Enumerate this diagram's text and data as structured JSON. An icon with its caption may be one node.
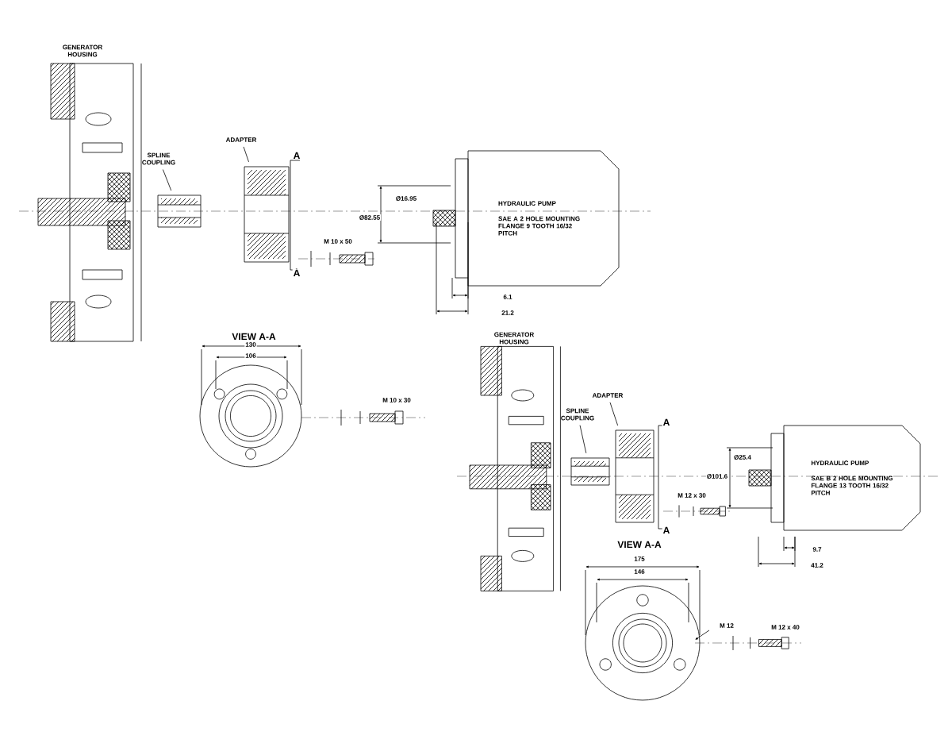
{
  "diagram": {
    "nodes": [
      {
        "text": [
          "GENERATOR HOUSING"
        ]
      },
      {
        "text": [
          "SPLINE COUPLING"
        ]
      },
      {
        "text": [],
        "shape": "picture"
      },
      {
        "text": [
          "ADAPTER"
        ]
      },
      {
        "text": [],
        "shape": "picture"
      },
      {
        "text": [
          "HYDRAULIC PUMP",
          "SAE A 2 HOLE MOUNTING FLANGE 9 TOOTH 16/32 PITCH"
        ]
      },
      {
        "text": [
          "GENERATOR HOUSING"
        ]
      },
      {
        "text": [
          "SPLINE COUPLING"
        ]
      },
      {
        "text": [],
        "shape": "picture"
      },
      {
        "text": [
          "ADAPTER"
        ]
      },
      {
        "text": [],
        "shape": "picture"
      },
      {
        "text": [
          "HYDRAULIC PUMP",
          "SAE B 2 HOLE MOUNTING FLANGE 13 TOOTH 16/32 PITCH"
        ]
      }
    ],
    "edges": [
      {
        "from": 1,
        "to": 2,
        "arrow": "none"
      },
      {
        "from": 3,
        "to": 4,
        "arrow": "none"
      },
      {
        "from": 7,
        "to": 8,
        "arrow": "none"
      },
      {
        "from": 9,
        "to": 10,
        "arrow": "none"
      }
    ],
    "labels": [
      "A",
      "A",
      "M 10 x 50",
      "Ø82.55",
      "Ø16.95",
      "6.1",
      "21.2",
      "VIEW A-A",
      "130",
      "106",
      "M 10 x 30",
      "A",
      "A",
      "M 12 x 30",
      "Ø101.6",
      "Ø25.4",
      "9.7",
      "41.2",
      "VIEW A-A",
      "175",
      "146",
      "M 12",
      "M 12 x 40"
    ]
  }
}
